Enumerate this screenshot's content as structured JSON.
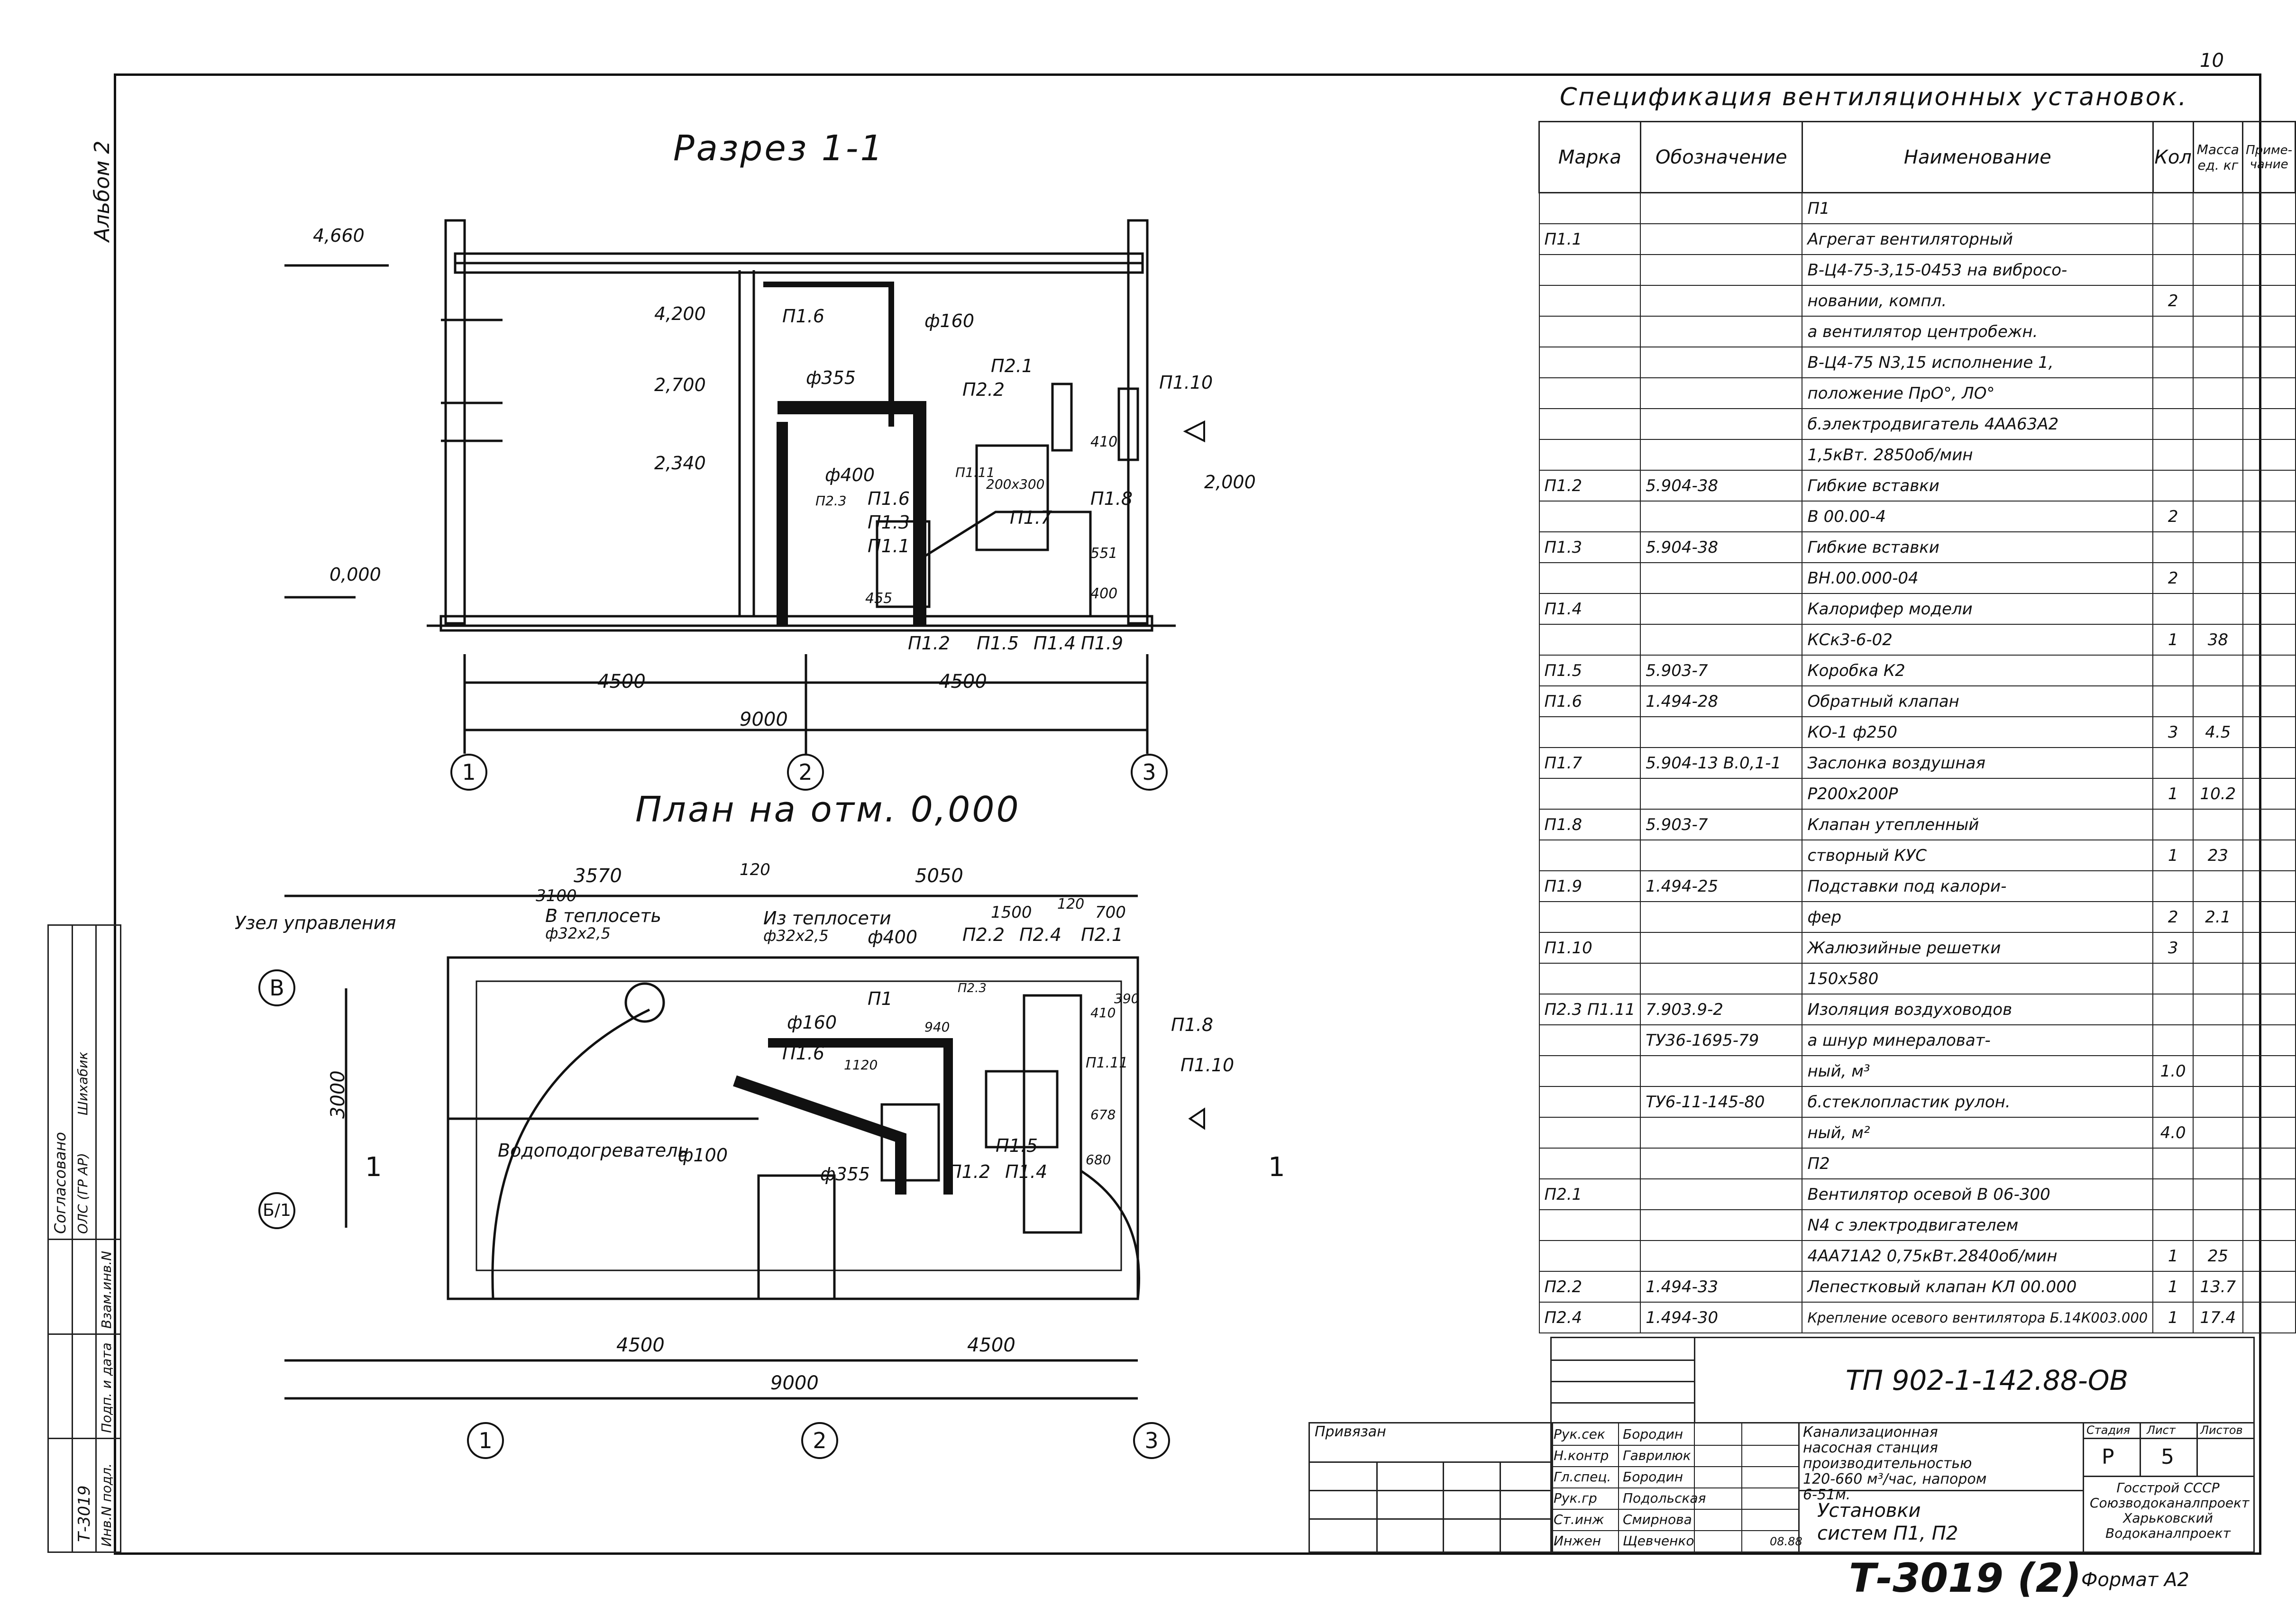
{
  "page": {
    "corner_number": "10",
    "album": "Альбом 2",
    "sheet_stamp": "Т-3019 (2)",
    "format": "Формат А2"
  },
  "section": {
    "title": "Разрез 1-1",
    "levels": [
      "4,660",
      "4,200",
      "2,700",
      "2,340",
      "0,000",
      "2,000"
    ],
    "labels": [
      "П1.6",
      "ф160",
      "ф355",
      "П2.1",
      "П2.2",
      "П1.10",
      "ф400",
      "П2.3",
      "П1.6",
      "П1.3",
      "П1.1",
      "П1.2",
      "П1.5",
      "П1.4",
      "П1.9",
      "П1.7",
      "П1.8",
      "200х300",
      "410",
      "551",
      "400",
      "455",
      "П1.11"
    ],
    "dims": [
      "4500",
      "4500",
      "9000"
    ],
    "axes": [
      "1",
      "2",
      "3"
    ]
  },
  "plan": {
    "title": "План на отм. 0,000",
    "dims_top": [
      "3570",
      "120",
      "5050",
      "3100",
      "1500",
      "120",
      "700"
    ],
    "labels": [
      "Узел управления",
      "В теплосеть",
      "ф32х2,5",
      "Из теплосети",
      "ф32х2,5",
      "ф400",
      "П2.2",
      "П2.4",
      "П2.1",
      "П2.3",
      "П1",
      "ф160",
      "П1.6",
      "940",
      "1120",
      "Водоподогреватель",
      "ф100",
      "ф355",
      "П1.2",
      "П1.5",
      "П1.4",
      "П1.11",
      "П1.8",
      "П1.10",
      "410",
      "390",
      "678",
      "680",
      "3000"
    ],
    "axes_left": [
      "В",
      "Б/1"
    ],
    "section_mark": "1",
    "dims_bottom": [
      "4500",
      "4500",
      "9000"
    ],
    "axes": [
      "1",
      "2",
      "3"
    ]
  },
  "spec": {
    "title": "Спецификация вентиляционных установок.",
    "headers": [
      "Марка",
      "Обозначение",
      "Наименование",
      "Кол",
      "Масса ед. кг",
      "Приме- чание"
    ],
    "rows": [
      [
        "",
        "",
        "П1",
        "",
        ""
      ],
      [
        "П1.1",
        "",
        "Агрегат вентиляторный",
        "",
        ""
      ],
      [
        "",
        "",
        "В-Ц4-75-3,15-0453 на вибросо-",
        "",
        ""
      ],
      [
        "",
        "",
        "новании, компл.",
        "2",
        ""
      ],
      [
        "",
        "",
        "а вентилятор центробежн.",
        "",
        ""
      ],
      [
        "",
        "",
        "В-Ц4-75 N3,15 исполнение 1,",
        "",
        ""
      ],
      [
        "",
        "",
        "положение ПрО°, ЛО°",
        "",
        ""
      ],
      [
        "",
        "",
        "б.электродвигатель 4АА63А2",
        "",
        ""
      ],
      [
        "",
        "",
        "1,5кВт. 2850об/мин",
        "",
        ""
      ],
      [
        "П1.2",
        "5.904-38",
        "Гибкие вставки",
        "",
        ""
      ],
      [
        "",
        "",
        "В 00.00-4",
        "2",
        ""
      ],
      [
        "П1.3",
        "5.904-38",
        "Гибкие вставки",
        "",
        ""
      ],
      [
        "",
        "",
        "ВН.00.000-04",
        "2",
        ""
      ],
      [
        "П1.4",
        "",
        "Калорифер модели",
        "",
        ""
      ],
      [
        "",
        "",
        "КСк3-6-02",
        "1",
        "38"
      ],
      [
        "П1.5",
        "5.903-7",
        "Коробка К2",
        "",
        ""
      ],
      [
        "П1.6",
        "1.494-28",
        "Обратный клапан",
        "",
        ""
      ],
      [
        "",
        "",
        "КО-1 ф250",
        "3",
        "4.5"
      ],
      [
        "П1.7",
        "5.904-13 В.0,1-1",
        "Заслонка воздушная",
        "",
        ""
      ],
      [
        "",
        "",
        "Р200х200Р",
        "1",
        "10.2"
      ],
      [
        "П1.8",
        "5.903-7",
        "Клапан утепленный",
        "",
        ""
      ],
      [
        "",
        "",
        "створный КУС",
        "1",
        "23"
      ],
      [
        "П1.9",
        "1.494-25",
        "Подставки под калори-",
        "",
        ""
      ],
      [
        "",
        "",
        "фер",
        "2",
        "2.1"
      ],
      [
        "П1.10",
        "",
        "Жалюзийные решетки",
        "3",
        ""
      ],
      [
        "",
        "",
        "150х580",
        "",
        ""
      ],
      [
        "П2.3 П1.11",
        "7.903.9-2",
        "Изоляция воздуховодов",
        "",
        ""
      ],
      [
        "",
        "ТУ36-1695-79",
        "а шнур минераловат-",
        "",
        ""
      ],
      [
        "",
        "",
        "ный, м³",
        "1.0",
        ""
      ],
      [
        "",
        "ТУ6-11-145-80",
        "б.стеклопластик рулон.",
        "",
        ""
      ],
      [
        "",
        "",
        "ный, м²",
        "4.0",
        ""
      ],
      [
        "",
        "",
        "П2",
        "",
        ""
      ],
      [
        "П2.1",
        "",
        "Вентилятор осевой В 06-300",
        "",
        ""
      ],
      [
        "",
        "",
        "N4 с электродвигателем",
        "",
        ""
      ],
      [
        "",
        "",
        "4АА71А2 0,75кВт.2840об/мин",
        "1",
        "25"
      ],
      [
        "П2.2",
        "1.494-33",
        "Лепестковый клапан КЛ 00.000",
        "1",
        "13.7"
      ],
      [
        "П2.4",
        "1.494-30",
        "Крепление осевого вентилятора Б.14К003.000",
        "1",
        "17.4"
      ]
    ]
  },
  "stamp": {
    "code": "ТП 902-1-142.88-ОВ",
    "privyazan": "Привязан",
    "roles": [
      "Рук.сек",
      "Н.контр",
      "Гл.спец.",
      "Рук.гр",
      "Ст.инж",
      "Инжен"
    ],
    "names": [
      "Бородин",
      "Гаврилюк",
      "Бородин",
      "Подольская",
      "Смирнова",
      "Щевченко"
    ],
    "date": "08.88",
    "project": "Канализационная насосная станция производительностью 120-660 м³/час, напором 6-51м.",
    "sheet_title": "Установки систем П1, П2",
    "stage_h": "Стадия",
    "sheet_h": "Лист",
    "sheets_h": "Листов",
    "stage": "Р",
    "sheet": "5",
    "org": "Госстрой СССР Союзводоканалпроект Харьковский Водоканалпроект"
  },
  "side": {
    "agreed": "Согласовано",
    "agreed_rows": [
      "ОЛС (ГР АР)",
      "Шихабик"
    ],
    "inv": "Взам.инв.N",
    "sign": "Подп. и дата",
    "inv_orig": "Инв.N подл.",
    "inv_num": "Т-3019"
  }
}
